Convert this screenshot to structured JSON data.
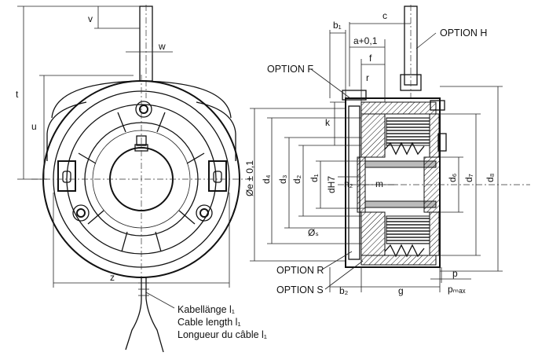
{
  "left_view": {
    "dims": {
      "v": "v",
      "w": "w",
      "t": "t",
      "u": "u",
      "z": "z"
    },
    "cable_caption": {
      "de": "Kabellänge l₁",
      "en": "Cable length l₁",
      "fr": "Longueur du câble l₁"
    }
  },
  "right_view": {
    "options": {
      "f": "OPTION F",
      "h": "OPTION H",
      "r": "OPTION R",
      "s": "OPTION S"
    },
    "dims": {
      "c": "c",
      "b1": "b₁",
      "a01": "a+0,1",
      "f": "f",
      "r": "r",
      "k": "k",
      "n2": "n₂",
      "m": "m",
      "e": "Øe ± 0,1",
      "d4": "d₄",
      "d3": "d₃",
      "d2": "d₂",
      "d1": "d₁",
      "dH7": "dH7",
      "s": "Øₛ",
      "d6": "d₆",
      "d7": "d₇",
      "d8": "d₈",
      "b2": "b₂",
      "g": "g",
      "p": "p",
      "pmax": "pₘₐₓ"
    }
  }
}
